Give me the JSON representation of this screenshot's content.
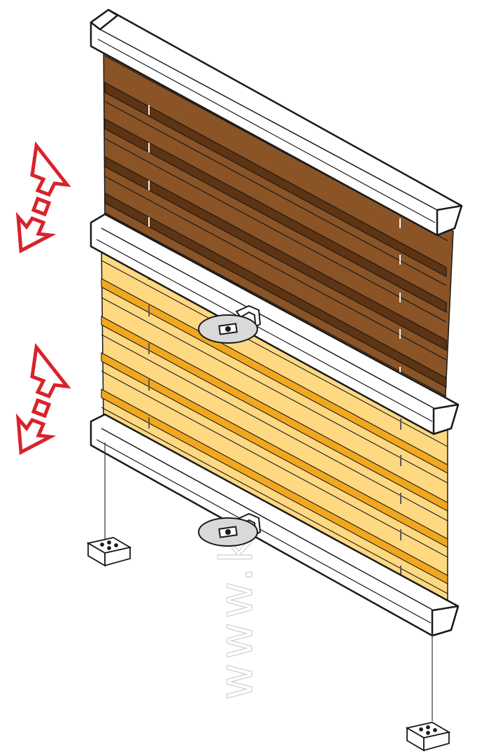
{
  "figure": {
    "subject": "double pleated blind (top-down / bottom-up) with two fabric panels",
    "panels": [
      {
        "name": "upper-pleated-fabric",
        "color": "#8a5427",
        "shadow": "#5e3412",
        "pleats": 5
      },
      {
        "name": "lower-pleated-fabric",
        "color": "#ffd982",
        "shadow": "#f1a81f",
        "pleats": 5
      }
    ],
    "rails": {
      "fill": "#ffffff",
      "stroke": "#1a1a1a"
    },
    "arrows": {
      "color": "#d8232a",
      "count": 2,
      "direction": "up-down"
    },
    "watermark": {
      "text": "www.kolekcjaoslon.pl",
      "color": "#cfcfcf"
    }
  }
}
